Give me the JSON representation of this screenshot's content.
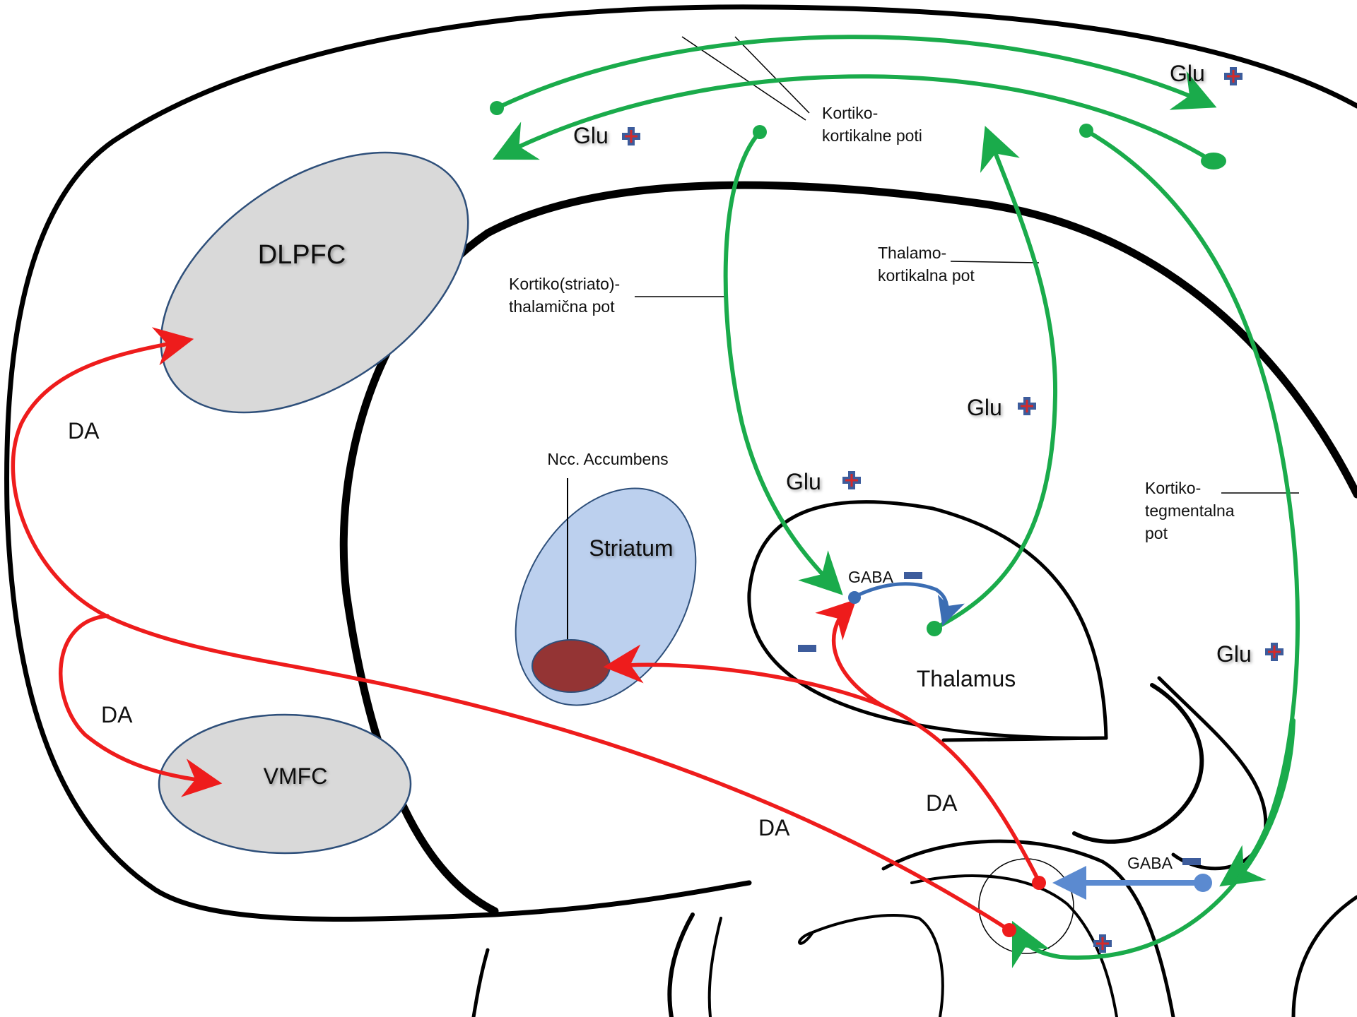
{
  "regions": {
    "dlpfc": "DLPFC",
    "vmfc": "VMFC",
    "striatum": "Striatum",
    "thalamus": "Thalamus",
    "ncc_accumbens": "Ncc. Accumbens"
  },
  "pathways": {
    "kortiko_kortikalne": [
      "Kortiko-",
      "kortikalne poti"
    ],
    "kortiko_striato_thalamicna": [
      "Kortiko(striato)-",
      "thalamična pot"
    ],
    "thalamo_kortikalna": [
      "Thalamo-",
      "kortikalna pot"
    ],
    "kortiko_tegmentalna": [
      "Kortiko-",
      "tegmentalna",
      "pot"
    ]
  },
  "transmitters": {
    "glu": "Glu",
    "da": "DA",
    "gaba": "GABA"
  },
  "colors": {
    "glutamate_green": "#1aab4b",
    "dopamine_red": "#ee1c1c",
    "gaba_blue": "#3b6db3",
    "gray_region": "#d9d9d9",
    "striatum_blue": "#bcd0ee",
    "accumbens_brown": "#943434",
    "plus_blue": "#3d5c9c",
    "plus_red": "#d42a2a"
  }
}
